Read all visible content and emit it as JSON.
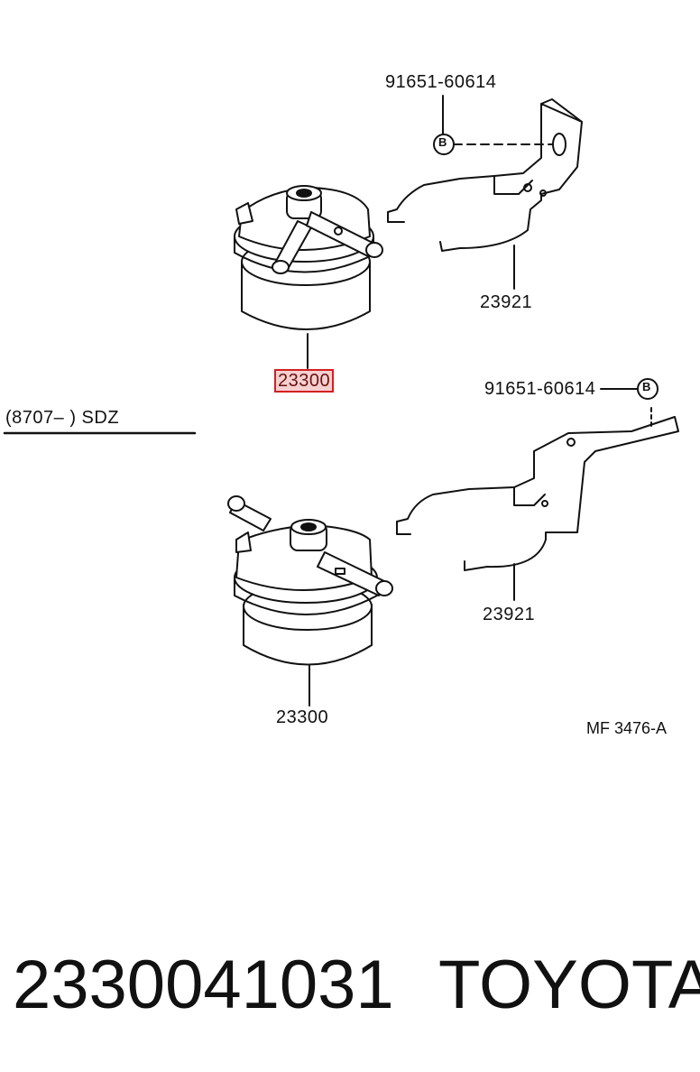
{
  "diagram": {
    "upper": {
      "bolt_label": "91651-60614",
      "bolt_marker": "B",
      "bracket_label": "23921",
      "filter_label": "23300"
    },
    "section_header": "(8707–       ) SDZ",
    "lower": {
      "bolt_label": "91651-60614",
      "bolt_marker": "B",
      "bracket_label": "23921",
      "filter_label": "23300"
    },
    "figure_code": "MF  3476-A"
  },
  "footer": {
    "part_number": "2330041031",
    "brand": "TOYOTA"
  },
  "colors": {
    "line": "#111111",
    "highlight_border": "#d42020",
    "highlight_fill": "#f6d0d0"
  }
}
